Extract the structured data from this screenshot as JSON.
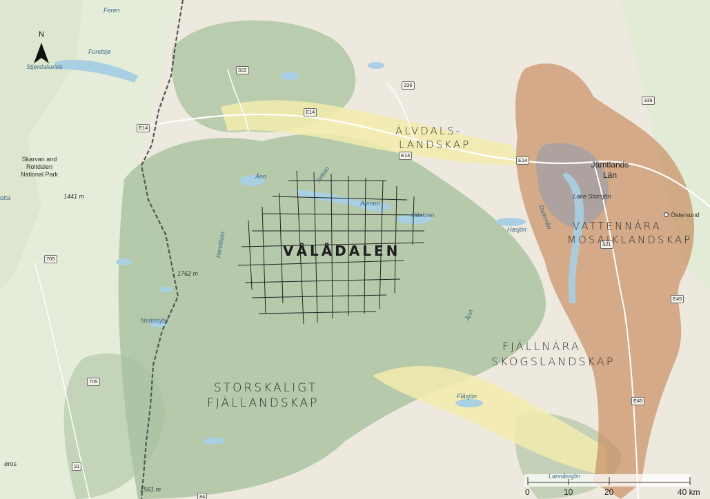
{
  "north_arrow": {
    "letter": "N"
  },
  "study_area": {
    "name": "VÅLÅDALEN"
  },
  "landscape_regions": {
    "alvdal": {
      "line1": "ÄLVDALS-",
      "line2": "LANDSKAP"
    },
    "fjall": {
      "line1": "STORSKALIGT",
      "line2": "FJÄLLANDSKAP"
    },
    "skog": {
      "line1": "FJÄLLNÄRA",
      "line2": "SKOGSLANDSKAP"
    },
    "mosaik": {
      "line1": "VATTENNÄRA",
      "line2": "MOSAIKLANDSKAP"
    }
  },
  "county": {
    "line1": "Jämtlands",
    "line2": "Län"
  },
  "place_labels": {
    "feren": "Feren",
    "fundsjo": "Fundsjø",
    "stjordalselva": "Stjørdalselva",
    "ann": "Ånn",
    "ankan": "Ankan",
    "aumen": "Aumen",
    "hackren": "Häckren",
    "dammsjon": "Dammån",
    "hasjon": "Hasjön",
    "lake_storsjon": "Lake Storsjön",
    "handolan": "Handölan",
    "nedalsjon": "Nedalsjön",
    "annan": "Ånn",
    "flasjon": "Flåsjön",
    "lannasjon": "Lannåssjön",
    "otta": "otta"
  },
  "towns": {
    "ostersund": "Östersund",
    "roros": "øros"
  },
  "park": {
    "name": "Skarvan and Roltdalen National Park"
  },
  "elevations": {
    "e1441": "1441 m",
    "e1762": "1762 m",
    "e1561": "1561 m"
  },
  "road_shields": {
    "r322": "322",
    "r336": "336",
    "r339": "339",
    "e14a": "E14",
    "e14b": "E14",
    "e14c": "E14",
    "e14d": "E14",
    "r705a": "705",
    "r705b": "705",
    "r321": "321",
    "e45a": "E45",
    "e45b": "E45",
    "r31": "31",
    "r84": "84"
  },
  "scale_bar": {
    "ticks": [
      "0",
      "10",
      "20",
      "40 km"
    ]
  },
  "colors": {
    "background": "#eee9df",
    "norway_green": "#e5ecd9",
    "fjall_region": "#a8c19e",
    "alvdal_region": "#f2ecad",
    "mosaik_region": "#c98f62",
    "water": "#a9cfe3",
    "border": "#555555"
  }
}
